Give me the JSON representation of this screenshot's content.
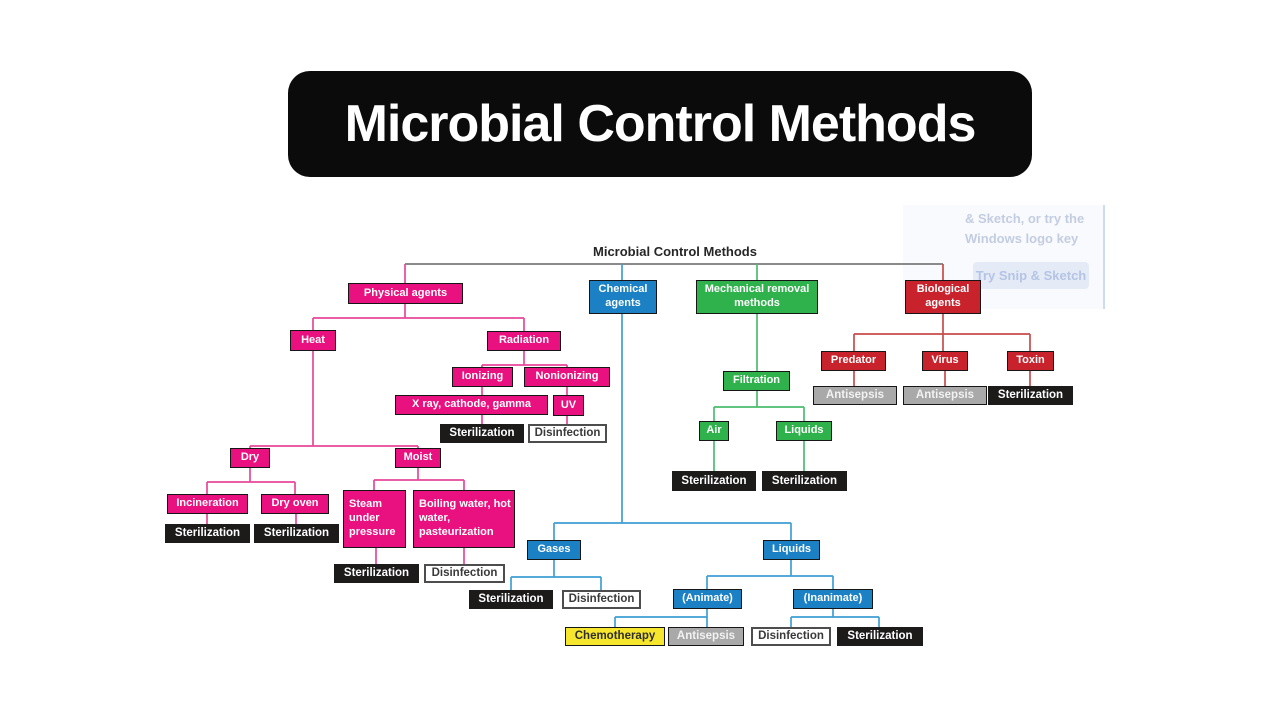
{
  "banner": {
    "title": "Microbial Control Methods"
  },
  "diagram": {
    "root_title": "Microbial Control Methods",
    "palette": {
      "pink": "#e8117f",
      "blue": "#1b80c4",
      "green": "#2fb14c",
      "red": "#c8232c",
      "black_box": "#1d1a1a",
      "gray_box": "#a9a9a9",
      "yellow_box": "#f6e72e",
      "white_box_border": "#4d4d4d",
      "line_gray": "#8a8a8a",
      "line_pink": "#e8479a",
      "line_blue": "#3f9fd4",
      "line_green": "#4bbd6e",
      "line_red": "#c94b4b"
    },
    "nodes": {
      "physical": {
        "label": "Physical agents"
      },
      "chemical": {
        "label": "Chemical agents"
      },
      "mechanical": {
        "label": "Mechanical removal methods"
      },
      "biological": {
        "label": "Biological agents"
      },
      "heat": {
        "label": "Heat"
      },
      "radiation": {
        "label": "Radiation"
      },
      "ionizing": {
        "label": "Ionizing"
      },
      "nonionizing": {
        "label": "Nonionizing"
      },
      "xray": {
        "label": "X ray, cathode, gamma"
      },
      "uv": {
        "label": "UV"
      },
      "ster_xray": {
        "label": "Sterilization"
      },
      "dis_uv": {
        "label": "Disinfection"
      },
      "dry": {
        "label": "Dry"
      },
      "moist": {
        "label": "Moist"
      },
      "incineration": {
        "label": "Incineration"
      },
      "dry_oven": {
        "label": "Dry oven"
      },
      "ster_incin": {
        "label": "Sterilization"
      },
      "ster_dryoven": {
        "label": "Sterilization"
      },
      "steam": {
        "label": "Steam under pressure"
      },
      "boiling": {
        "label": "Boiling water, hot water, pasteurization"
      },
      "ster_steam": {
        "label": "Sterilization"
      },
      "dis_boiling": {
        "label": "Disinfection"
      },
      "gases": {
        "label": "Gases"
      },
      "liquids_chem": {
        "label": "Liquids"
      },
      "ster_gases": {
        "label": "Sterilization"
      },
      "dis_gases": {
        "label": "Disinfection"
      },
      "animate": {
        "label": "(Animate)"
      },
      "inanimate": {
        "label": "(Inanimate)"
      },
      "chemotherapy": {
        "label": "Chemotherapy"
      },
      "anti_animate": {
        "label": "Antisepsis"
      },
      "dis_inanimate": {
        "label": "Disinfection"
      },
      "ster_inanimate": {
        "label": "Sterilization"
      },
      "filtration": {
        "label": "Filtration"
      },
      "air": {
        "label": "Air"
      },
      "liquids_mech": {
        "label": "Liquids"
      },
      "ster_air": {
        "label": "Sterilization"
      },
      "ster_liquids": {
        "label": "Sterilization"
      },
      "predator": {
        "label": "Predator"
      },
      "virus": {
        "label": "Virus"
      },
      "toxin": {
        "label": "Toxin"
      },
      "anti_predator": {
        "label": "Antisepsis"
      },
      "anti_virus": {
        "label": "Antisepsis"
      },
      "ster_toxin": {
        "label": "Sterilization"
      }
    }
  },
  "ghost_overlay": {
    "line1": "& Sketch, or try the",
    "line2": "Windows logo key",
    "button_label": "Try Snip & Sketch"
  }
}
